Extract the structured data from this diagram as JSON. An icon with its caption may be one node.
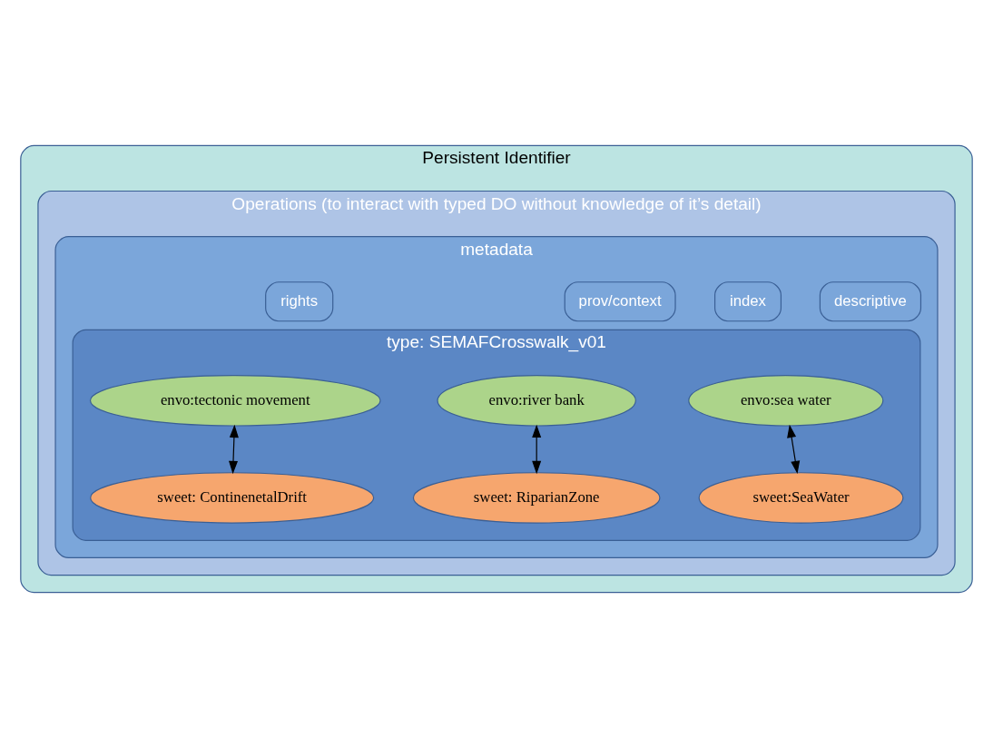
{
  "diagram": {
    "nodes": [
      {
        "text": [
          "Persistent Identifier"
        ]
      },
      {
        "text": [
          "Operations (to interact with typed DO without knowledge of it’s detail)"
        ],
        "in": 0
      },
      {
        "text": [
          "metadata"
        ],
        "in": 1
      },
      {
        "text": [
          "descriptive"
        ],
        "in": 2
      },
      {
        "text": [
          "index"
        ],
        "in": 2
      },
      {
        "text": [
          "prov/context"
        ],
        "in": 2
      },
      {
        "text": [
          "rights"
        ],
        "in": 2
      },
      {
        "text": [
          "type: SEMAFCrosswalk_v01"
        ],
        "in": 2
      },
      {
        "text": [
          "envo:sea water"
        ],
        "in": 7
      },
      {
        "text": [
          "envo:river bank"
        ],
        "in": 7
      },
      {
        "text": [
          "envo:tectonic movement"
        ],
        "in": 7
      },
      {
        "text": [
          "sweet:SeaWater"
        ],
        "in": 7
      },
      {
        "text": [
          "sweet: RiparianZone"
        ],
        "in": 7
      },
      {
        "text": [
          "sweet: ContinenetalDrift"
        ],
        "in": 7
      }
    ],
    "edges": [
      {
        "from": 8,
        "to": 11,
        "arrow": "both"
      },
      {
        "from": 9,
        "to": 12,
        "arrow": "both"
      },
      {
        "from": 10,
        "to": 13,
        "arrow": "both"
      }
    ]
  }
}
